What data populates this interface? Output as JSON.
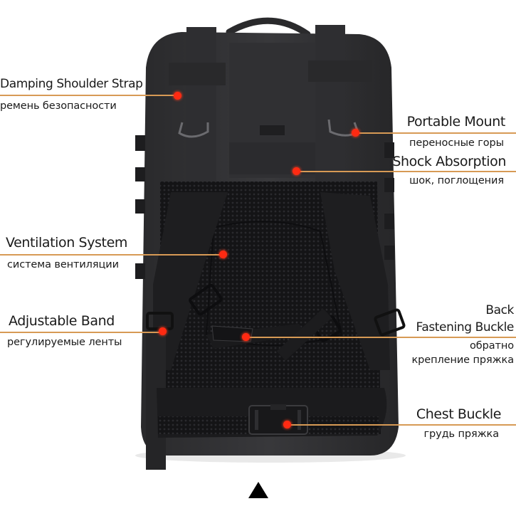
{
  "image": {
    "subject": "black tactical backpack, back view",
    "colors": {
      "background": "#ffffff",
      "bag": "#2b2b2d",
      "mesh": "#151517",
      "leader_line": "#d79a55",
      "callout_dot": "#ff2a12"
    }
  },
  "callouts": [
    {
      "id": "damping-shoulder-strap",
      "en": "Damping Shoulder Strap",
      "ru": "ремень безопасности",
      "side": "left"
    },
    {
      "id": "portable-mount",
      "en": "Portable Mount",
      "ru": "переносные горы",
      "side": "right"
    },
    {
      "id": "shock-absorption",
      "en": "Shock Absorption",
      "ru": "шок, поглощения",
      "side": "right"
    },
    {
      "id": "ventilation-system",
      "en": "Ventilation System",
      "ru": "система вентиляции",
      "side": "left"
    },
    {
      "id": "adjustable-band",
      "en": "Adjustable Band",
      "ru": "регулируемые ленты",
      "side": "left"
    },
    {
      "id": "back-fastening-buckle",
      "en_line1": "Back",
      "en_line2": "Fastening Buckle",
      "ru_line1": "обратно",
      "ru_line2": "крепление пряжка",
      "side": "right"
    },
    {
      "id": "chest-buckle",
      "en": "Chest Buckle",
      "ru": "грудь пряжка",
      "side": "right"
    }
  ],
  "indicator": {
    "icon": "up-triangle-icon"
  }
}
